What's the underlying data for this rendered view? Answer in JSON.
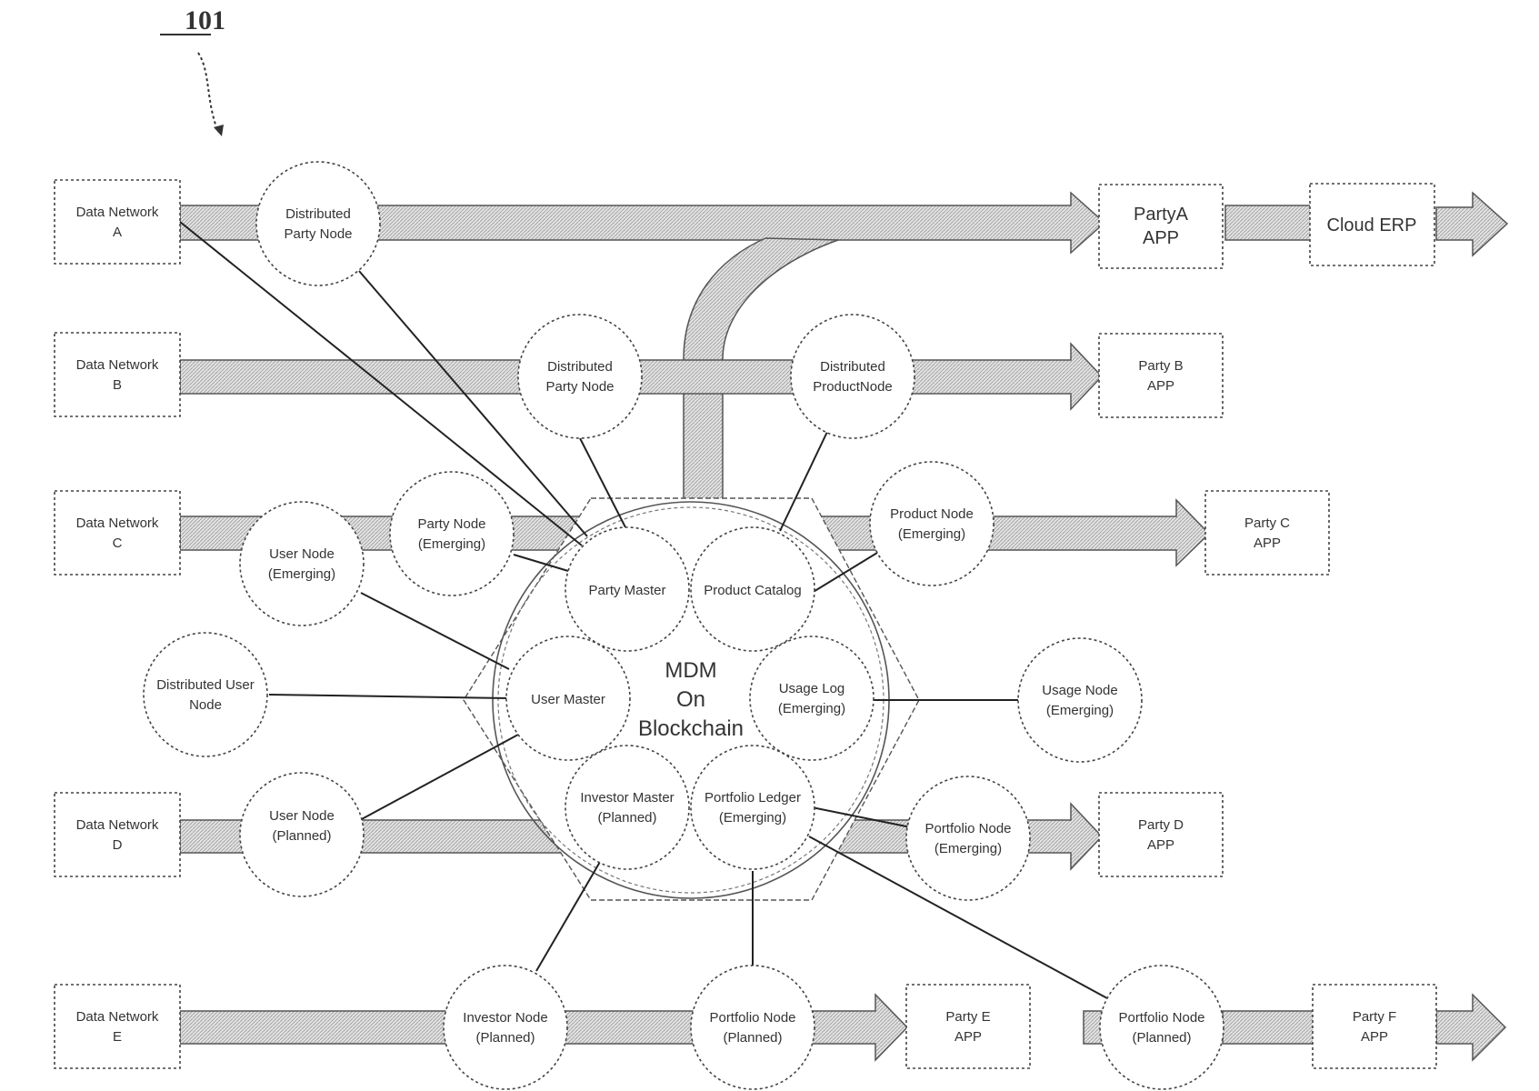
{
  "figure_ref": "101",
  "center": {
    "line1": "MDM",
    "line2": "On",
    "line3": "Blockchain"
  },
  "data_networks": [
    {
      "id": "dn-a",
      "line1": "Data Network",
      "line2": "A"
    },
    {
      "id": "dn-b",
      "line1": "Data Network",
      "line2": "B"
    },
    {
      "id": "dn-c",
      "line1": "Data Network",
      "line2": "C"
    },
    {
      "id": "dn-d",
      "line1": "Data Network",
      "line2": "D"
    },
    {
      "id": "dn-e",
      "line1": "Data Network",
      "line2": "E"
    }
  ],
  "apps": [
    {
      "id": "party-a-app",
      "line1": "PartyA",
      "line2": "APP"
    },
    {
      "id": "cloud-erp",
      "line1": "Cloud ERP",
      "line2": ""
    },
    {
      "id": "party-b-app",
      "line1": "Party B",
      "line2": "APP"
    },
    {
      "id": "party-c-app",
      "line1": "Party C",
      "line2": "APP"
    },
    {
      "id": "party-d-app",
      "line1": "Party D",
      "line2": "APP"
    },
    {
      "id": "party-e-app",
      "line1": "Party E",
      "line2": "APP"
    },
    {
      "id": "party-f-app",
      "line1": "Party F",
      "line2": "APP"
    }
  ],
  "masters": [
    {
      "id": "party-master",
      "line1": "Party Master",
      "line2": ""
    },
    {
      "id": "product-catalog",
      "line1": "Product Catalog",
      "line2": ""
    },
    {
      "id": "user-master",
      "line1": "User Master",
      "line2": ""
    },
    {
      "id": "usage-log",
      "line1": "Usage Log",
      "line2": "(Emerging)"
    },
    {
      "id": "investor-master",
      "line1": "Investor Master",
      "line2": "(Planned)"
    },
    {
      "id": "portfolio-ledger",
      "line1": "Portfolio Ledger",
      "line2": "(Emerging)"
    }
  ],
  "nodes": [
    {
      "id": "distributed-party-node-a",
      "line1": "Distributed",
      "line2": "Party Node"
    },
    {
      "id": "distributed-party-node-b",
      "line1": "Distributed",
      "line2": "Party Node"
    },
    {
      "id": "distributed-product-node",
      "line1": "Distributed",
      "line2": "ProductNode"
    },
    {
      "id": "user-node-emerging",
      "line1": "User Node",
      "line2": "(Emerging)"
    },
    {
      "id": "party-node-emerging",
      "line1": "Party Node",
      "line2": "(Emerging)"
    },
    {
      "id": "product-node-emerging",
      "line1": "Product Node",
      "line2": "(Emerging)"
    },
    {
      "id": "distributed-user-node",
      "line1": "Distributed User",
      "line2": "Node"
    },
    {
      "id": "usage-node-emerging",
      "line1": "Usage Node",
      "line2": "(Emerging)"
    },
    {
      "id": "user-node-planned",
      "line1": "User Node",
      "line2": "(Planned)"
    },
    {
      "id": "portfolio-node-emerging",
      "line1": "Portfolio Node",
      "line2": "(Emerging)"
    },
    {
      "id": "investor-node-planned",
      "line1": "Investor Node",
      "line2": "(Planned)"
    },
    {
      "id": "portfolio-node-planned-e",
      "line1": "Portfolio Node",
      "line2": "(Planned)"
    },
    {
      "id": "portfolio-node-planned-f",
      "line1": "Portfolio Node",
      "line2": "(Planned)"
    }
  ]
}
